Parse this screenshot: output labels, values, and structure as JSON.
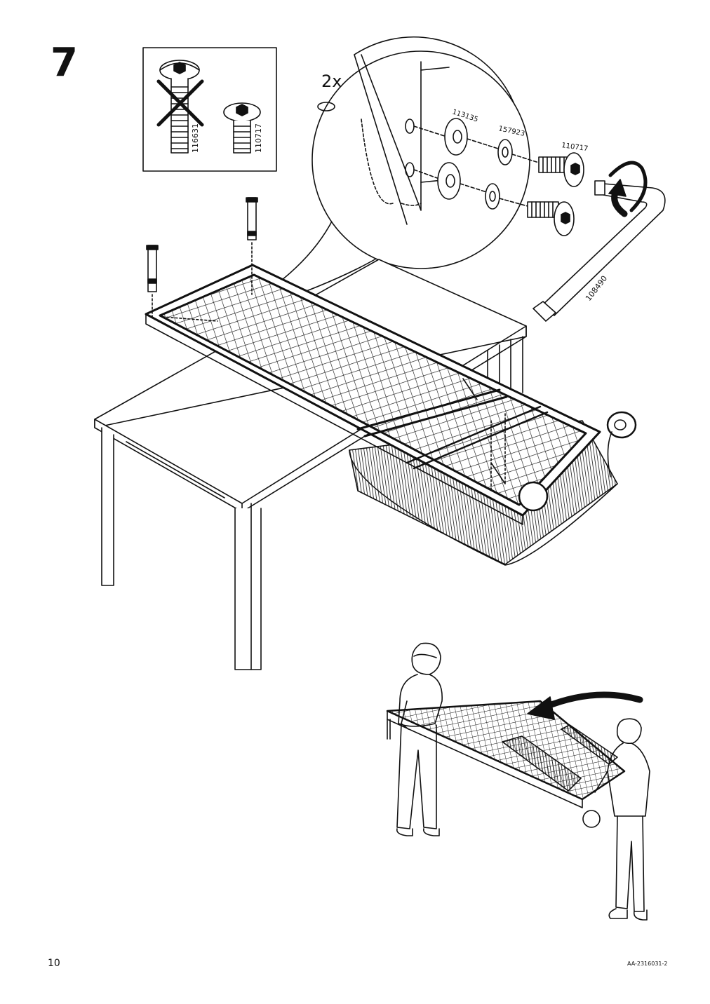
{
  "step_number": "7",
  "parts_box": {
    "crossed_part_code": "116631",
    "correct_part_code": "110717"
  },
  "detail": {
    "quantity": "2x",
    "part_codes": {
      "washer": "113135",
      "spring_washer": "157923",
      "bolt": "110717",
      "allen_key": "108490"
    }
  },
  "page_number": "10",
  "document_code": "AA-2316031-2"
}
